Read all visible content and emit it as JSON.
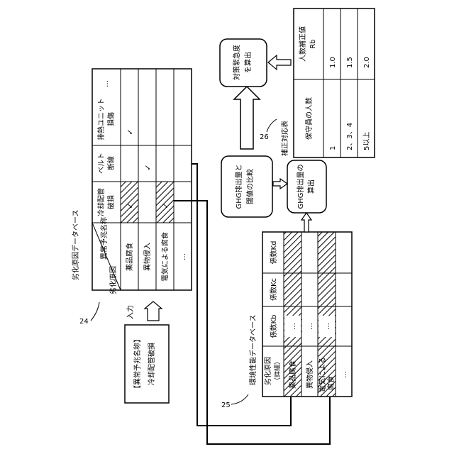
{
  "labels": {
    "ref_24": "24",
    "ref_25": "25",
    "ref_26": "26",
    "input_label": "入力",
    "input_box_line1": "【異常予兆名称】",
    "input_box_line2": "冷却配管破損"
  },
  "deterioration_db": {
    "title": "劣化原因データベース",
    "header_diag_top": "異常予兆名称",
    "header_diag_bottom": "劣化原因",
    "columns": [
      [
        "冷却配管",
        "破損"
      ],
      [
        "ベルト",
        "断線"
      ],
      [
        "排熱ユニット",
        "損傷"
      ],
      [
        "…"
      ]
    ],
    "rows": [
      "薬品腐食",
      "異物侵入",
      "電気による腐食",
      "…"
    ],
    "check_mark": "✓"
  },
  "env_db": {
    "title": "環境性能データベース",
    "header_cause_line1": "劣化原因",
    "header_cause_line2": "（詳細）",
    "coefficients": [
      "係数Kb",
      "係数Kc",
      "係数Kd"
    ],
    "rows": [
      "薬品腐食",
      "異物侵入",
      "電気による",
      "腐食",
      "…"
    ],
    "ellipsis": "…"
  },
  "process": {
    "ghg_calc_line1": "GHG排出量の",
    "ghg_calc_line2": "算出",
    "ghg_compare_line1": "GHG排出量と",
    "ghg_compare_line2": "閾値の比較",
    "urgency_line1": "対策緊急度",
    "urgency_line2": "を算出"
  },
  "correction_table": {
    "title": "補正対応表",
    "header_staff": "保守員の人数",
    "header_factor_line1": "人数補正値",
    "header_factor_line2": "Rb",
    "staff": [
      "1",
      "2、3、4",
      "5以上"
    ],
    "factors": [
      "1.0",
      "1.5",
      "2.0"
    ]
  }
}
